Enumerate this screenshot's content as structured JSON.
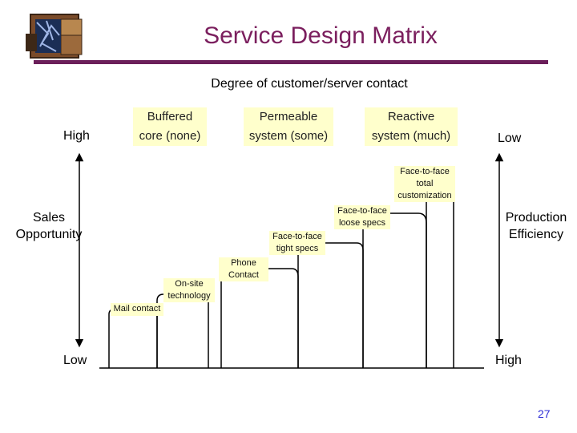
{
  "title": "Service Design Matrix",
  "subtitle": "Degree of customer/server contact",
  "columns": [
    {
      "line1": "Buffered",
      "line2": "core (none)"
    },
    {
      "line1": "Permeable",
      "line2": "system (some)"
    },
    {
      "line1": "Reactive",
      "line2": "system (much)"
    }
  ],
  "left_axis": {
    "top": "High",
    "label_line1": "Sales",
    "label_line2": "Opportunity",
    "bottom": "Low"
  },
  "right_axis": {
    "top": "Low",
    "label_line1": "Production",
    "label_line2": "Efficiency",
    "bottom": "High"
  },
  "steps": [
    {
      "lines": [
        "Mail contact"
      ]
    },
    {
      "lines": [
        "On-site",
        "technology"
      ]
    },
    {
      "lines": [
        "Phone",
        "Contact"
      ]
    },
    {
      "lines": [
        "Face-to-face",
        "tight specs"
      ]
    },
    {
      "lines": [
        "Face-to-face",
        "loose specs"
      ]
    },
    {
      "lines": [
        "Face-to-face",
        "total",
        "customization"
      ]
    }
  ],
  "page_number": "27",
  "colors": {
    "title": "#7b1f5e",
    "rule": "#6b1f5a",
    "box_fill": "#ffffcc",
    "page_number": "#2e2ed6"
  },
  "icons": {
    "logo": "stone-block-logo"
  }
}
